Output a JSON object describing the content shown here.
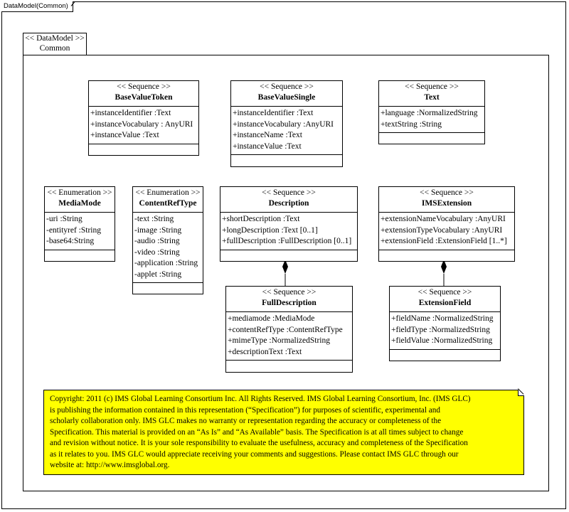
{
  "frame": {
    "title": "DataModel(Common)"
  },
  "package": {
    "stereotype": "<< DataModel >>",
    "name": "Common"
  },
  "classes": {
    "base_value_token": {
      "stereotype": "<< Sequence >>",
      "name": "BaseValueToken",
      "attrs": [
        "+instanceIdentifier  :Text",
        "+instanceVocabulary  : AnyURI",
        "+instanceValue  :Text"
      ]
    },
    "base_value_single": {
      "stereotype": "<< Sequence >>",
      "name": "BaseValueSingle",
      "attrs": [
        "+instanceIdentifier  :Text",
        "+instanceVocabulary  :AnyURI",
        "+instanceName  :Text",
        "+instanceValue  :Text"
      ]
    },
    "text": {
      "stereotype": "<< Sequence >>",
      "name": "Text",
      "attrs": [
        "+language  :NormalizedString",
        "+textString  :String"
      ]
    },
    "media_mode": {
      "stereotype": "<< Enumeration   >>",
      "name": "MediaMode",
      "attrs": [
        "-uri :String",
        "-entityref  :String",
        "-base64:String"
      ]
    },
    "content_ref_type": {
      "stereotype": "<< Enumeration   >>",
      "name": "ContentRefType",
      "attrs": [
        "-text :String",
        "-image  :String",
        "-audio  :String",
        "-video  :String",
        "-application  :String",
        "-applet :String"
      ]
    },
    "description": {
      "stereotype": "<< Sequence >>",
      "name": "Description",
      "attrs": [
        "+shortDescription  :Text",
        "+longDescription  :Text [0..1]",
        "+fullDescription   :FullDescription  [0..1]"
      ]
    },
    "ims_extension": {
      "stereotype": "<< Sequence >>",
      "name": "IMSExtension",
      "attrs": [
        "+extensionNameVocabulary   :AnyURI",
        "+extensionTypeVocabulary   :AnyURI",
        "+extensionField  :ExtensionField  [1..*]"
      ]
    },
    "full_description": {
      "stereotype": "<< Sequence >>",
      "name": "FullDescription",
      "attrs": [
        "+mediamode :MediaMode",
        "+contentRefType  :ContentRefType",
        "+mimeType  :NormalizedString",
        "+descriptionText  :Text"
      ]
    },
    "extension_field": {
      "stereotype": "<< Sequence >>",
      "name": "ExtensionField",
      "attrs": [
        "+fieldName  :NormalizedString",
        "+fieldType  :NormalizedString",
        "+fieldValue  :NormalizedString"
      ]
    }
  },
  "note": {
    "lines": [
      "Copyright: 2011 (c) IMS Global Learning Consortium Inc.  All Rights Reserved.  IMS Global Learning Consortium, Inc. (IMS GLC)",
      "is publishing the information contained in this representation (“Specification”) for purposes of scientific, experimental and",
      "scholarly collaboration only.  IMS GLC makes no warranty or representation regarding  the accuracy or completeness of the",
      "Specification.  This material is provided on an “As Is” and “As Available” basis.  The Specification is at all times subject to change",
      "and revision without notice.  It is your sole responsibility to evaluate the usefulness, accuracy and completeness of the Specification",
      "as it relates to you.  IMS GLC would appreciate receiving your comments and suggestions.  Please contact IMS GLC through our",
      "website at: http://www.imsglobal.org."
    ]
  }
}
